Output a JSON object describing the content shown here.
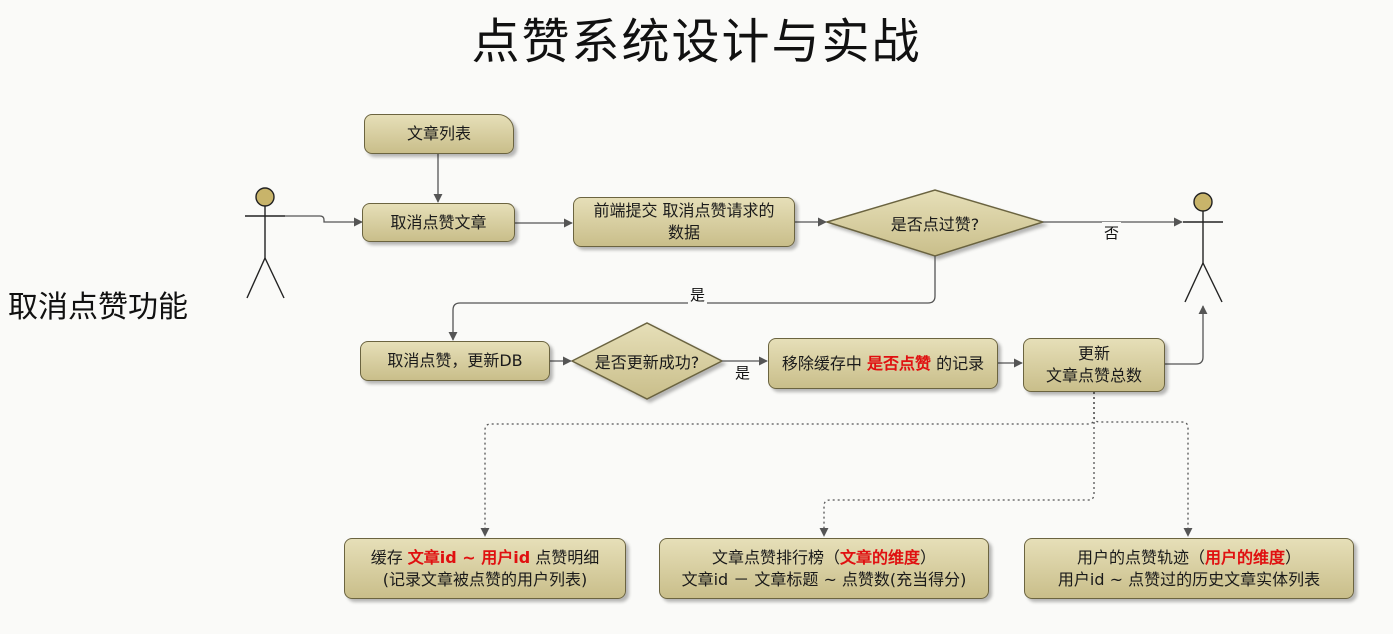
{
  "title": "点赞系统设计与实战",
  "section_label": "取消点赞功能",
  "nodes": {
    "article_list": "文章列表",
    "cancel_like_article": "取消点赞文章",
    "frontend_submit": [
      "前端提交 取消点赞请求的",
      "数据"
    ],
    "decision_liked": "是否点过赞?",
    "cancel_like_update_db": "取消点赞，更新DB",
    "decision_update_success": "是否更新成功?",
    "remove_cache": {
      "prefix": "移除缓存中 ",
      "highlight": "是否点赞",
      "suffix": " 的记录"
    },
    "update_total": [
      "更新",
      "文章点赞总数"
    ],
    "cache_detail": {
      "prefix": "缓存 ",
      "highlight": "文章id ~ 用户id",
      "suffix": " 点赞明细",
      "line2": "(记录文章被点赞的用户列表)"
    },
    "article_ranking": {
      "prefix": "文章点赞排行榜（",
      "highlight": "文章的维度",
      "suffix": "）",
      "line2": "文章id － 文章标题 ~ 点赞数(充当得分)"
    },
    "user_track": {
      "prefix": "用户的点赞轨迹（",
      "highlight": "用户的维度",
      "suffix": "）",
      "line2": "用户id ~ 点赞过的历史文章实体列表"
    }
  },
  "edge_labels": {
    "no": "否",
    "yes_liked": "是",
    "yes_success": "是"
  },
  "colors": {
    "box_fill_top": "#e6dfb8",
    "box_fill_bottom": "#c9be8a",
    "box_border": "#6b6440",
    "highlight": "#e01010",
    "actor_head": "#c8b46a"
  }
}
